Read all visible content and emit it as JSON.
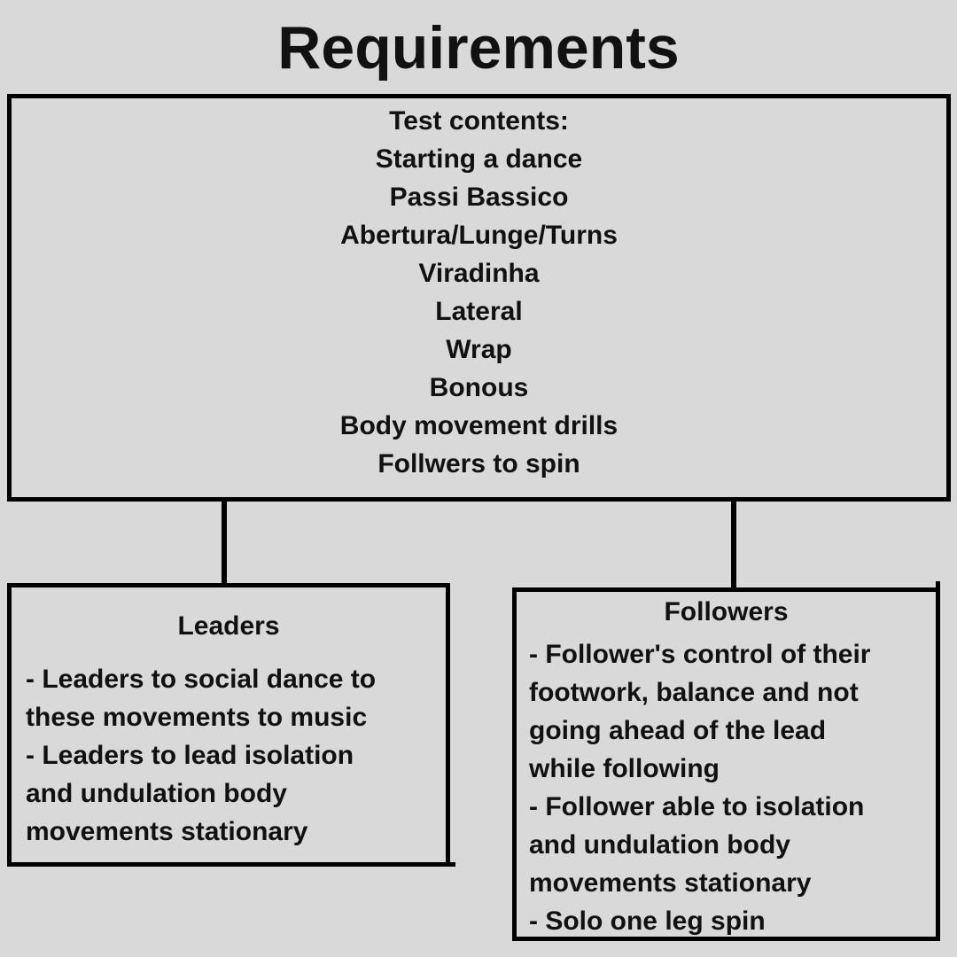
{
  "page": {
    "title": "Requirements",
    "background_color": "#d9d9d9",
    "line_color": "#000000",
    "text_color": "#111111"
  },
  "main_box": {
    "lines": [
      "Test contents:",
      "Starting a dance",
      "Passi Bassico",
      "Abertura/Lunge/Turns",
      "Viradinha",
      "Lateral",
      "Wrap",
      "Bonous",
      "Body movement drills",
      "Follwers to spin"
    ]
  },
  "leaders_box": {
    "title": "Leaders",
    "body": "- Leaders to social dance to\nthese movements to music\n- Leaders to lead isolation\nand undulation body\nmovements stationary"
  },
  "followers_box": {
    "title": "Followers",
    "body": "- Follower's control of their\nfootwork, balance and not\ngoing ahead of the lead\nwhile following\n- Follower able to isolation\nand undulation body\nmovements stationary\n- Solo one leg spin"
  }
}
